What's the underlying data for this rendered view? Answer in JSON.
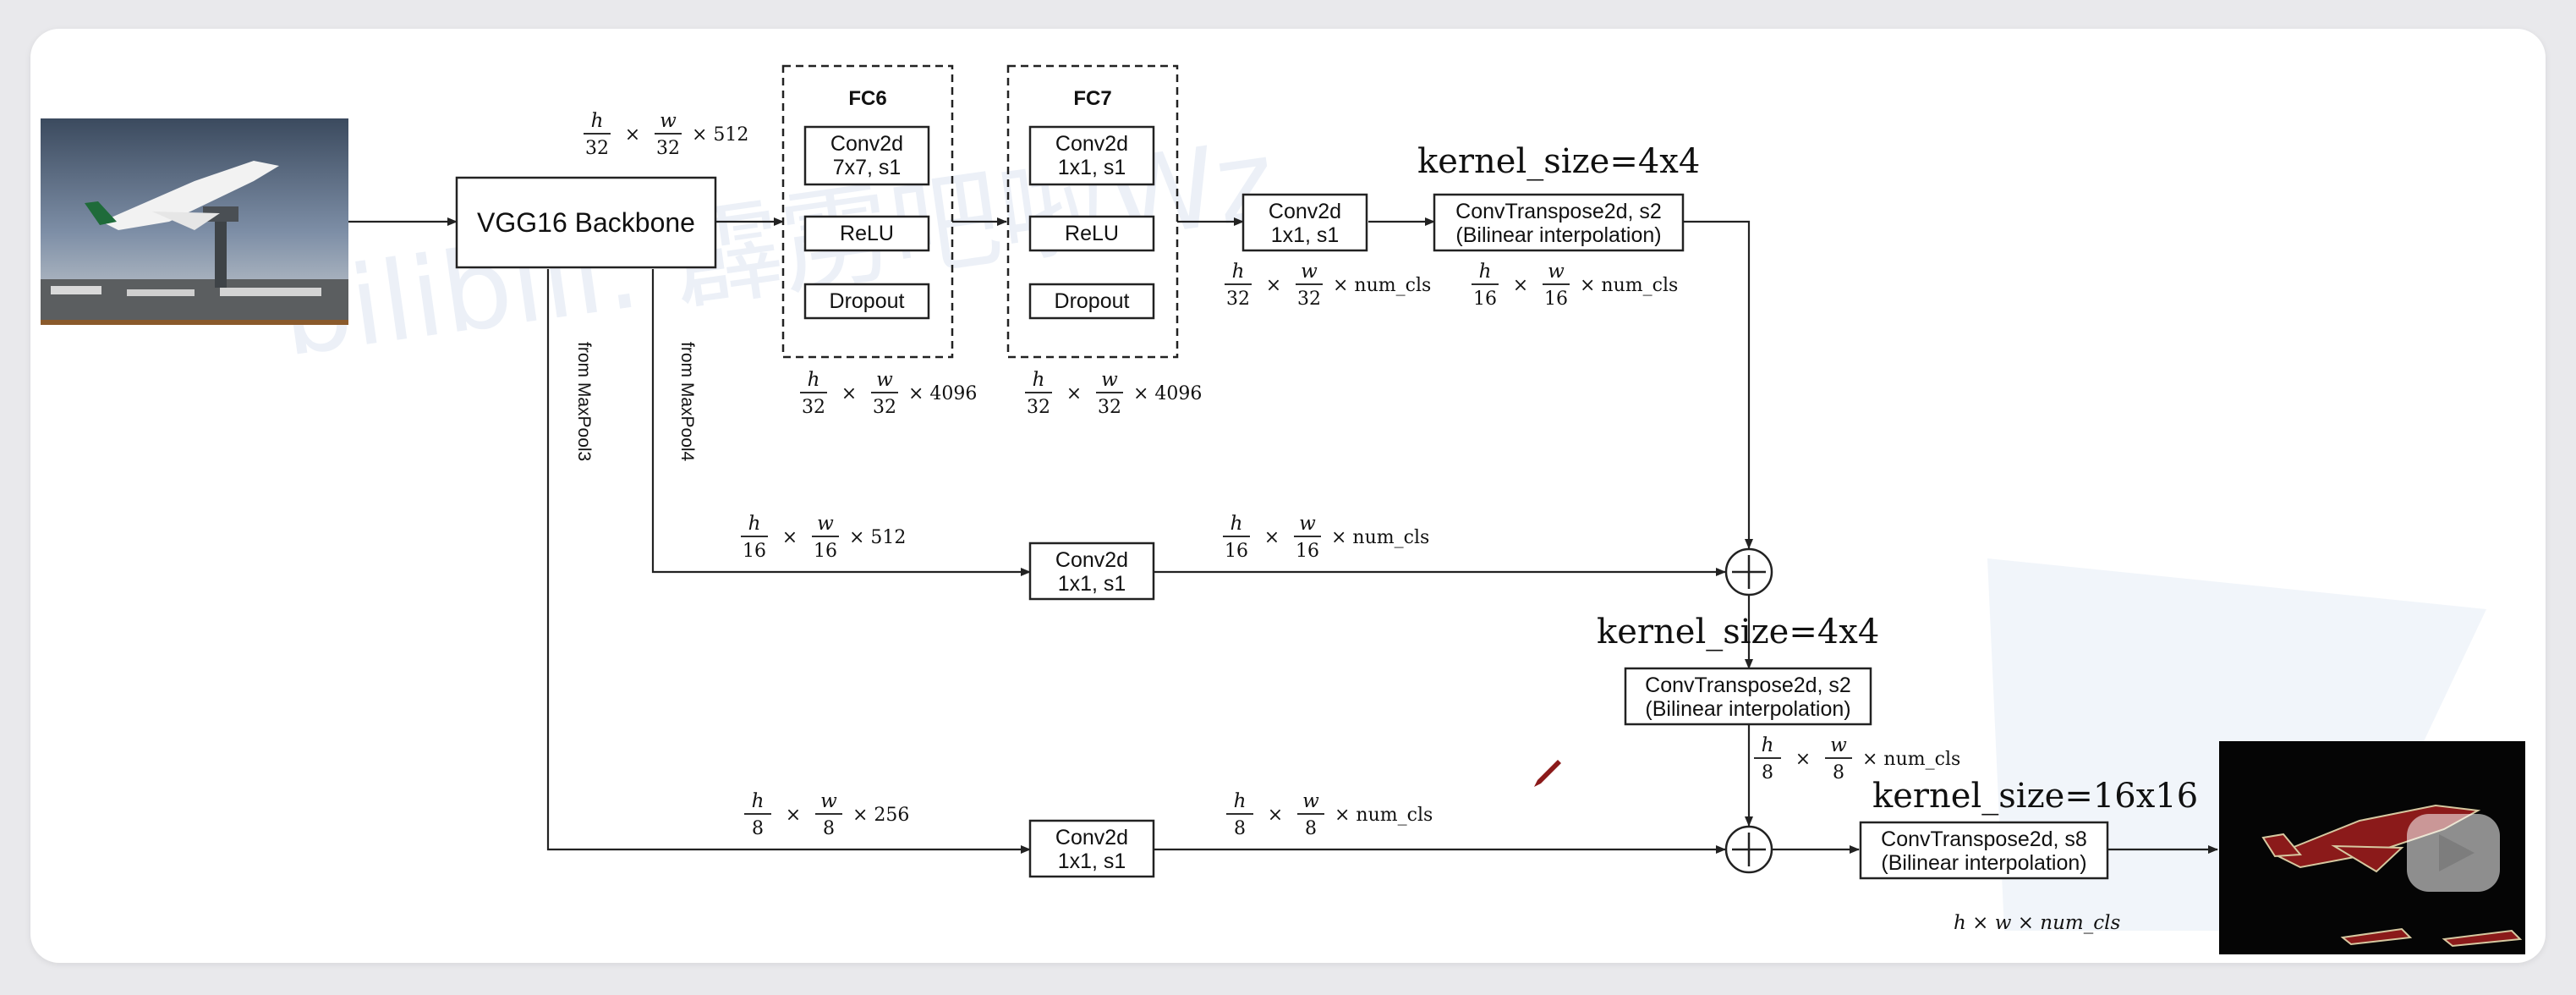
{
  "backbone": {
    "label": "VGG16 Backbone",
    "out_dim": {
      "num": "h",
      "num2": "w",
      "den": "32",
      "ch": "512"
    }
  },
  "fc6": {
    "title": "FC6",
    "layers": [
      "Conv2d",
      "7x7, s1",
      "ReLU",
      "Dropout"
    ],
    "out": {
      "den": "32",
      "ch": "4096"
    }
  },
  "fc7": {
    "title": "FC7",
    "layers": [
      "Conv2d",
      "1x1, s1",
      "ReLU",
      "Dropout"
    ],
    "out": {
      "den": "32",
      "ch": "4096"
    }
  },
  "top_branch": {
    "conv": [
      "Conv2d",
      "1x1, s1"
    ],
    "conv_out": {
      "den": "32",
      "ch": "num_cls"
    },
    "kernel_label": "kernel_size=4x4",
    "tconv": [
      "ConvTranspose2d, s2",
      "(Bilinear interpolation)"
    ],
    "tconv_out": {
      "den": "16",
      "ch": "num_cls"
    }
  },
  "pool4_branch": {
    "side_label": "from MaxPool4",
    "in_dim": {
      "den": "16",
      "ch": "512"
    },
    "conv": [
      "Conv2d",
      "1x1, s1"
    ],
    "conv_out": {
      "den": "16",
      "ch": "num_cls"
    }
  },
  "mid_up": {
    "kernel_label": "kernel_size=4x4",
    "tconv": [
      "ConvTranspose2d, s2",
      "(Bilinear interpolation)"
    ],
    "out": {
      "den": "8",
      "ch": "num_cls"
    }
  },
  "pool3_branch": {
    "side_label": "from MaxPool3",
    "in_dim": {
      "den": "8",
      "ch": "256"
    },
    "conv": [
      "Conv2d",
      "1x1, s1"
    ],
    "conv_out": {
      "den": "8",
      "ch": "num_cls"
    }
  },
  "final_up": {
    "kernel_label": "kernel_size=16x16",
    "tconv": [
      "ConvTranspose2d, s8",
      "(Bilinear interpolation)"
    ],
    "out_label": "h × w × num_cls"
  },
  "symbols": {
    "h": "h",
    "w": "w",
    "times": "×"
  },
  "watermark": "bilibili: 霹雳吧啦Wz",
  "colors": {
    "mask_red": "#8b1a1a",
    "mask_bg": "#050505",
    "accent_watermark": "#c9d7ea"
  }
}
